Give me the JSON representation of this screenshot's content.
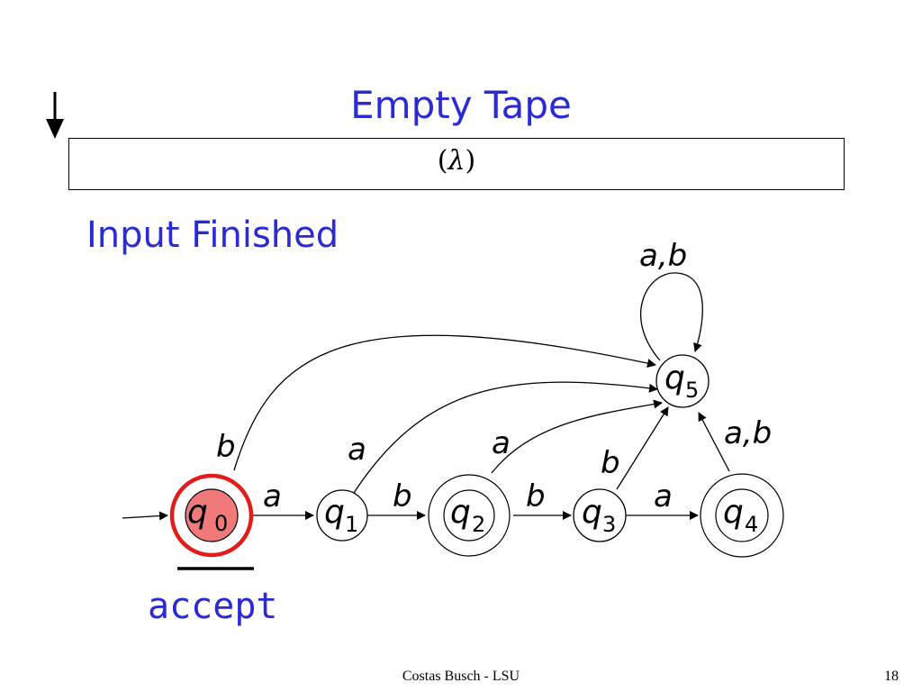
{
  "title": "Empty Tape",
  "tape": {
    "open": "(",
    "symbol": "λ",
    "close": ")"
  },
  "status": "Input Finished",
  "result": "accept",
  "footer": {
    "author": "Costas Busch - LSU",
    "page": "18"
  },
  "colors": {
    "heading": "#2a2ad6",
    "current_state_fill": "#f07a7a",
    "current_state_ring": "#e31b1b"
  },
  "automaton": {
    "current_state": "q0",
    "states": [
      {
        "id": "q0",
        "letter": "q",
        "sub": "0",
        "accepting": true
      },
      {
        "id": "q1",
        "letter": "q",
        "sub": "1",
        "accepting": false
      },
      {
        "id": "q2",
        "letter": "q",
        "sub": "2",
        "accepting": true
      },
      {
        "id": "q3",
        "letter": "q",
        "sub": "3",
        "accepting": false
      },
      {
        "id": "q4",
        "letter": "q",
        "sub": "4",
        "accepting": true
      },
      {
        "id": "q5",
        "letter": "q",
        "sub": "5",
        "accepting": false
      }
    ],
    "transitions": [
      {
        "from": "q0",
        "to": "q1",
        "label": "a"
      },
      {
        "from": "q1",
        "to": "q2",
        "label": "b"
      },
      {
        "from": "q2",
        "to": "q3",
        "label": "b"
      },
      {
        "from": "q3",
        "to": "q4",
        "label": "a"
      },
      {
        "from": "q0",
        "to": "q5",
        "label": "b"
      },
      {
        "from": "q1",
        "to": "q5",
        "label": "a"
      },
      {
        "from": "q2",
        "to": "q5",
        "label": "a"
      },
      {
        "from": "q3",
        "to": "q5",
        "label": "b"
      },
      {
        "from": "q4",
        "to": "q5",
        "label": "a,b"
      },
      {
        "from": "q5",
        "to": "q5",
        "label": "a,b"
      }
    ]
  }
}
